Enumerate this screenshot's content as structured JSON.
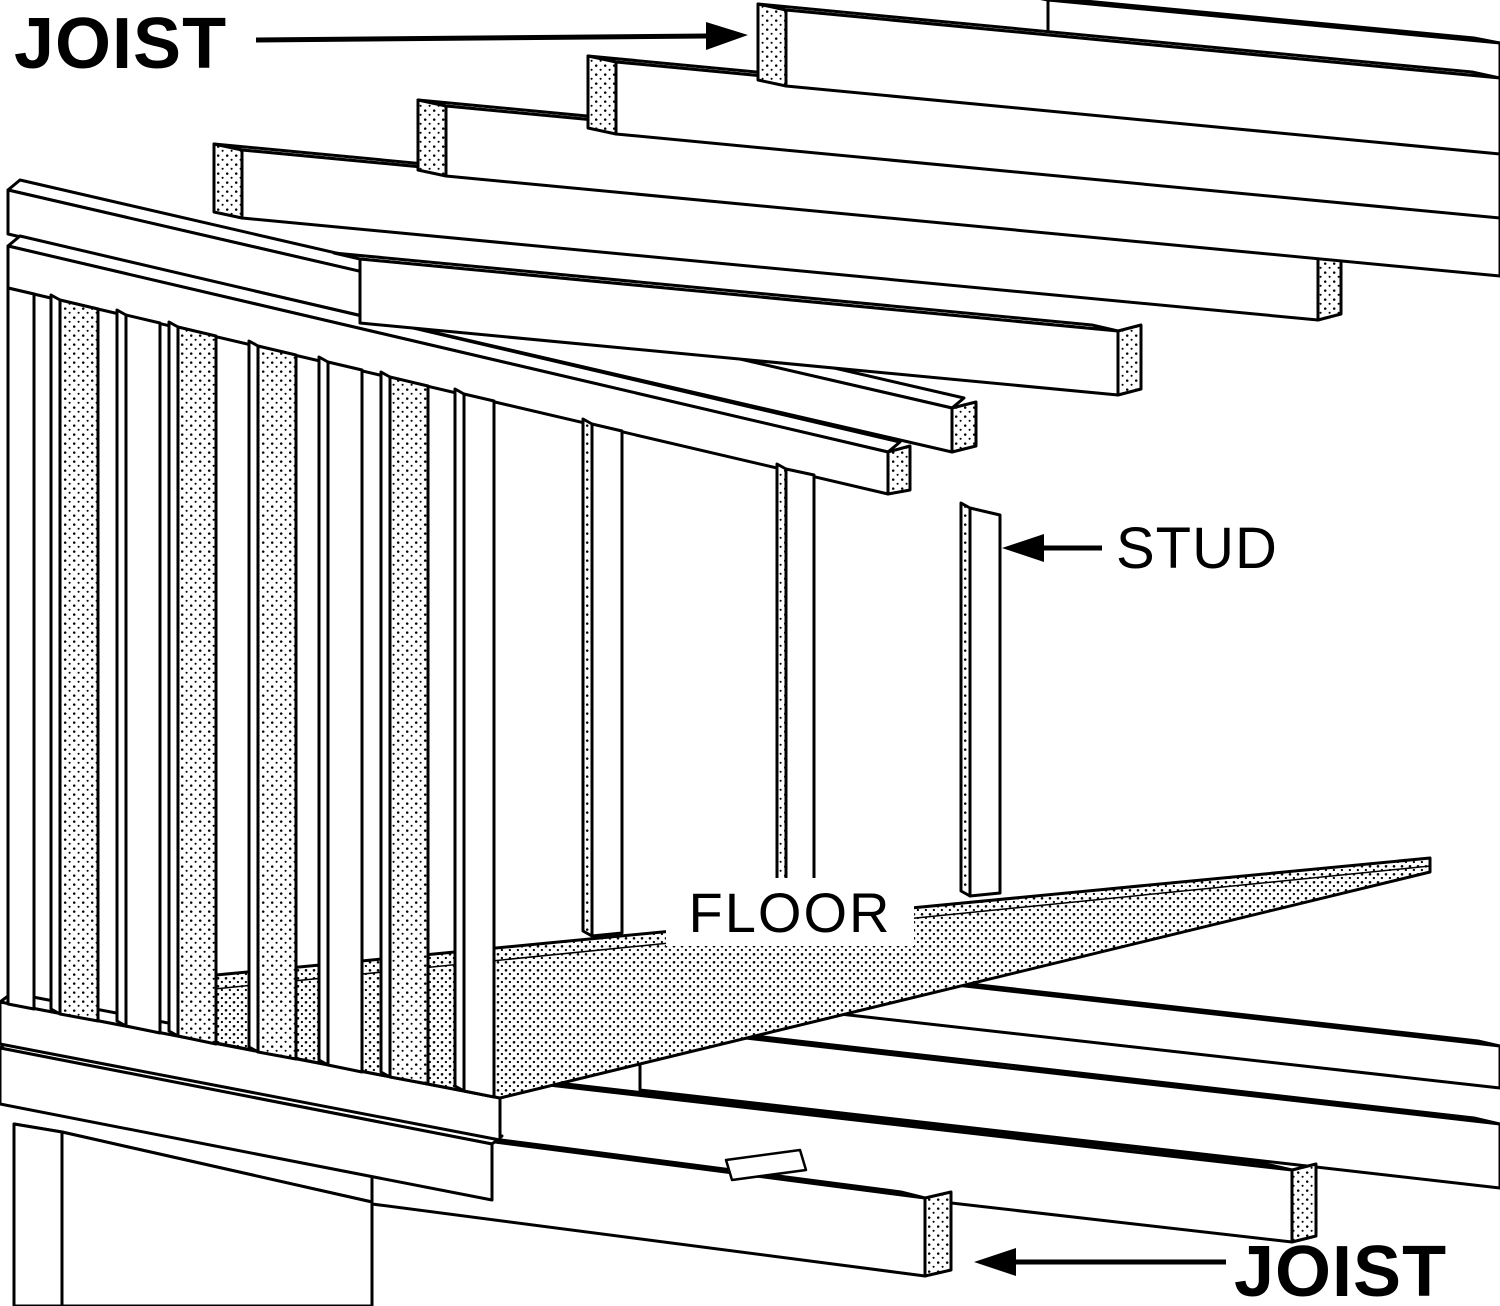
{
  "diagram": {
    "type": "house-framing-cutaway-diagram",
    "ink_color": "#000000",
    "paper_color": "#ffffff",
    "labels": {
      "joist_top": "JOIST",
      "stud": "STUD",
      "floor": "FLOOR",
      "joist_bottom": "JOIST"
    }
  }
}
